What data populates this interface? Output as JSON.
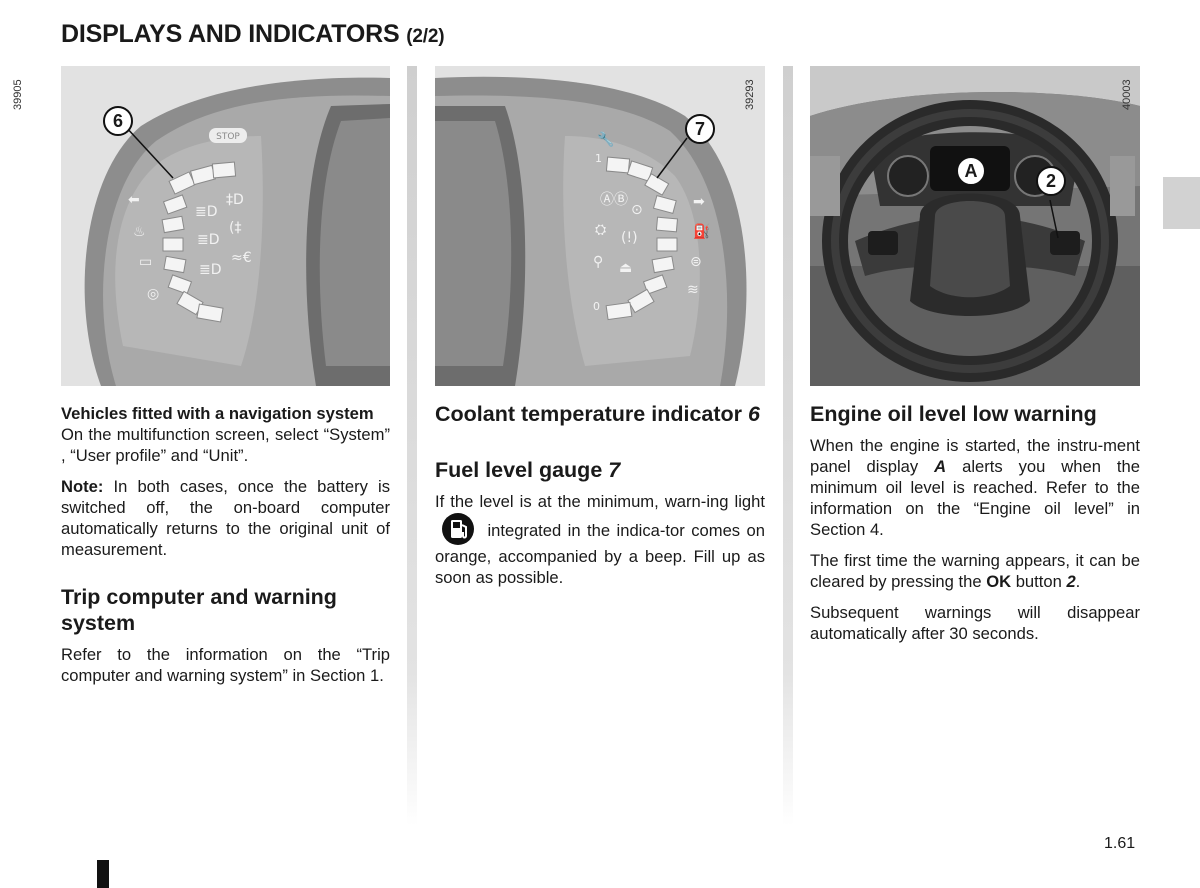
{
  "header": {
    "title": "DISPLAYS AND INDICATORS",
    "title_suffix": "(2/2)"
  },
  "figures": [
    {
      "number": "39905",
      "callout": "6",
      "stop_label": "STOP"
    },
    {
      "number": "39293",
      "callout": "7",
      "gauge_max": "1",
      "gauge_min": "0"
    },
    {
      "number": "40003",
      "callout_a": "A",
      "callout_2": "2"
    }
  ],
  "col1": {
    "nav_heading": "Vehicles fitted with a navigation system",
    "nav_body": "On the multifunction screen, select “System” , “User profile” and “Unit”.",
    "note_label": "Note:",
    "note_body": " In both cases, once the battery is switched off, the on-board computer automatically returns to the original unit of measurement.",
    "trip_heading": "Trip computer and warning system",
    "trip_body": "Refer to the information on the “Trip computer and warning system” in Section 1."
  },
  "col2": {
    "coolant_heading": "Coolant temperature indicator",
    "coolant_ref": "6",
    "fuel_heading": "Fuel level gauge",
    "fuel_ref": "7",
    "fuel_body_1": "If the level is at the minimum, warn-ing light",
    "fuel_body_2": "integrated in the indica-tor comes on orange, accompanied by a beep. Fill up as soon as possible."
  },
  "col3": {
    "oil_heading": "Engine oil level low warning",
    "p1_a": "When the engine is started, the instru-ment panel display ",
    "p1_ref": "A",
    "p1_b": " alerts you when the minimum oil level is reached. Refer to the information on the “Engine oil level” in Section 4.",
    "p2_a": "The first time the warning appears, it can be cleared by pressing the ",
    "p2_ok": "OK",
    "p2_b": " button ",
    "p2_ref": "2",
    "p2_c": ".",
    "p3": "Subsequent warnings will disappear automatically after 30 seconds."
  },
  "footer": {
    "page_number": "1.61"
  }
}
